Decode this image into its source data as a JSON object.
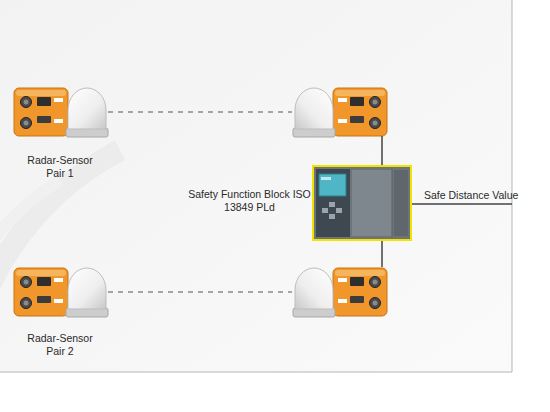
{
  "diagram": {
    "nodes": [
      {
        "text": [
          "Radar-Sensor Pair 1"
        ]
      },
      {
        "text": [
          "Radar-Sensor Pair 2"
        ]
      },
      {
        "text": [
          "Safety Function Block ISO 13849 PLd"
        ]
      }
    ],
    "labels": [
      "Safe Distance Value"
    ]
  }
}
